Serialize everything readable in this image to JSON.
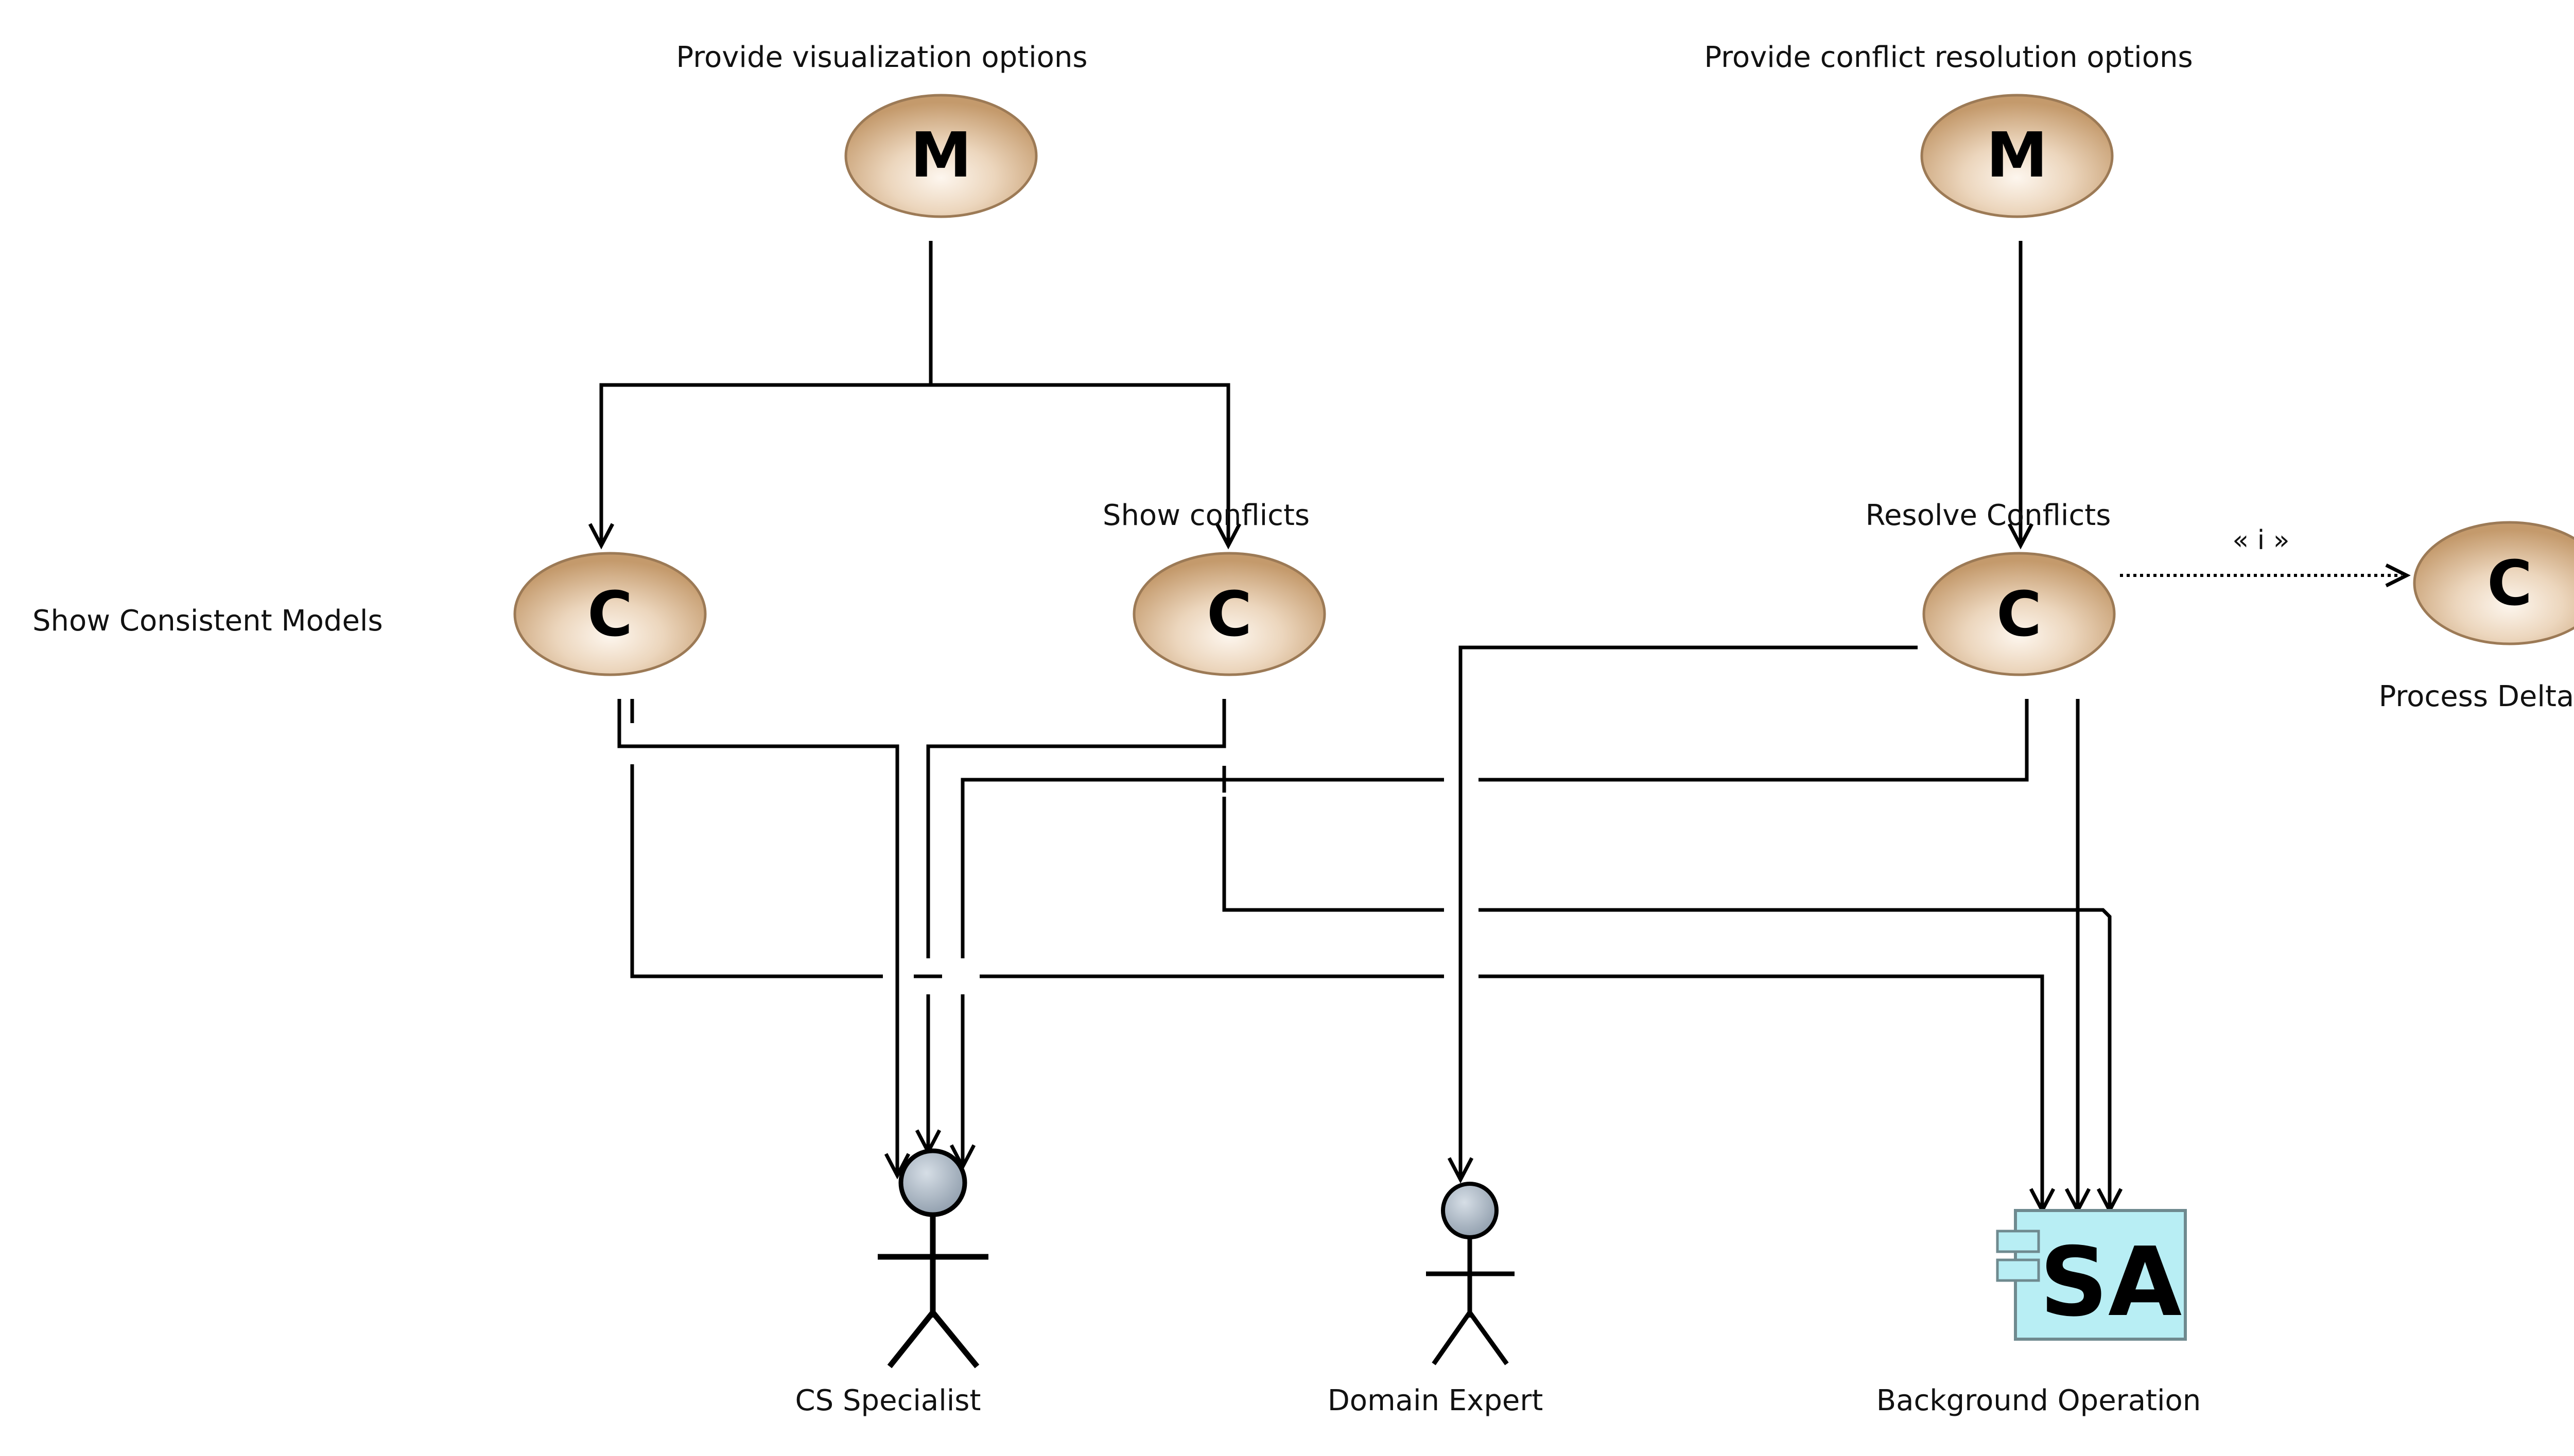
{
  "nodes": {
    "goal_visualization": {
      "kind": "M",
      "label": "Provide visualization options"
    },
    "goal_conflict_resolution": {
      "kind": "M",
      "label": "Provide conflict resolution options"
    },
    "cap_show_consistent": {
      "kind": "C",
      "label": "Show Consistent Models"
    },
    "cap_show_conflicts": {
      "kind": "C",
      "label": "Show conflicts"
    },
    "cap_resolve_conflicts": {
      "kind": "C",
      "label": "Resolve Conflicts"
    },
    "cap_process_deltas": {
      "kind": "C",
      "label": "Process Deltas"
    }
  },
  "actors": {
    "cs_specialist": {
      "label": "CS Specialist"
    },
    "domain_expert": {
      "label": "Domain Expert"
    },
    "background_operation": {
      "label": "Background Operation",
      "icon_text": "SA"
    }
  },
  "include_relation": {
    "label": "« i »"
  },
  "colors": {
    "node_fill": "#d4b08a",
    "node_highlight": "#fbf1e6",
    "node_stroke": "#9c7a56",
    "actor_head": "#a9b6c3",
    "sa_fill": "#b8eef4"
  }
}
